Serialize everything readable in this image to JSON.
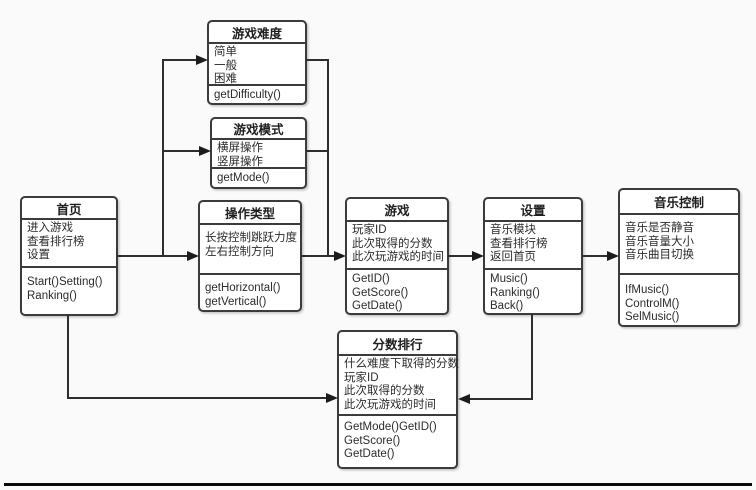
{
  "diagram": {
    "type": "uml-class-diagram",
    "colors": {
      "background": "#fafafa",
      "box_fill": "#ffffff",
      "box_border": "#3b3b3b",
      "connector": "#2e2e2e",
      "bottom_bar": "#0a0a0a"
    },
    "classes": {
      "difficulty": {
        "title": "游戏难度",
        "attributes": [
          "简单",
          "一般",
          "困难"
        ],
        "methods": [
          "getDifficulty()"
        ]
      },
      "mode": {
        "title": "游戏模式",
        "attributes": [
          "横屏操作",
          "竖屏操作"
        ],
        "methods": [
          "getMode()"
        ]
      },
      "home": {
        "title": "首页",
        "attributes": [
          "进入游戏",
          "查看排行榜",
          "设置"
        ],
        "methods": [
          "Start()Setting()",
          "Ranking()"
        ]
      },
      "operation": {
        "title": "操作类型",
        "attributes": [
          "长按控制跳跃力度",
          "左右控制方向"
        ],
        "methods": [
          "getHorizontal()",
          "getVertical()"
        ]
      },
      "game": {
        "title": "游戏",
        "attributes": [
          "玩家ID",
          "此次取得的分数",
          "此次玩游戏的时间"
        ],
        "methods": [
          "GetID()",
          "GetScore()",
          "GetDate()"
        ]
      },
      "settings": {
        "title": "设置",
        "attributes": [
          "音乐模块",
          "查看排行榜",
          "返回首页"
        ],
        "methods": [
          "Music()",
          "Ranking()",
          "Back()"
        ]
      },
      "music": {
        "title": "音乐控制",
        "attributes": [
          "音乐是否静音",
          "音乐音量大小",
          "音乐曲目切换"
        ],
        "methods": [
          "IfMusic()",
          "ControlM()",
          "SelMusic()"
        ]
      },
      "ranking": {
        "title": "分数排行",
        "attributes": [
          "什么难度下取得的分数",
          "玩家ID",
          "此次取得的分数",
          "此次玩游戏的时间"
        ],
        "methods": [
          "GetMode()GetID()",
          "GetScore()",
          "GetDate()"
        ]
      }
    },
    "relations": [
      {
        "from": "home",
        "to": "operation"
      },
      {
        "from": "home",
        "to": "difficulty"
      },
      {
        "from": "home",
        "to": "mode"
      },
      {
        "from": "difficulty",
        "to": "game"
      },
      {
        "from": "mode",
        "to": "game"
      },
      {
        "from": "operation",
        "to": "game"
      },
      {
        "from": "game",
        "to": "settings"
      },
      {
        "from": "settings",
        "to": "music"
      },
      {
        "from": "home",
        "to": "ranking"
      },
      {
        "from": "settings",
        "to": "ranking"
      }
    ]
  }
}
